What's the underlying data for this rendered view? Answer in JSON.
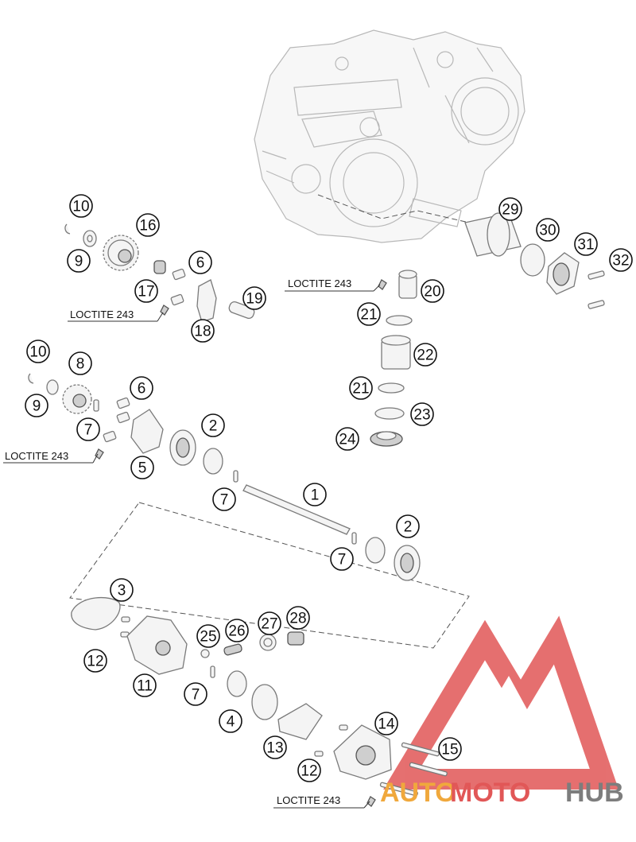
{
  "diagram": {
    "loctite_label": "LOCTITE 243",
    "callouts": [
      {
        "id": "c-1",
        "label": "1"
      },
      {
        "id": "c-2a",
        "label": "2"
      },
      {
        "id": "c-2b",
        "label": "2"
      },
      {
        "id": "c-3",
        "label": "3"
      },
      {
        "id": "c-4",
        "label": "4"
      },
      {
        "id": "c-5",
        "label": "5"
      },
      {
        "id": "c-6a",
        "label": "6"
      },
      {
        "id": "c-6b",
        "label": "6"
      },
      {
        "id": "c-7a",
        "label": "7"
      },
      {
        "id": "c-7b",
        "label": "7"
      },
      {
        "id": "c-7c",
        "label": "7"
      },
      {
        "id": "c-7d",
        "label": "7"
      },
      {
        "id": "c-8",
        "label": "8"
      },
      {
        "id": "c-9a",
        "label": "9"
      },
      {
        "id": "c-9b",
        "label": "9"
      },
      {
        "id": "c-10a",
        "label": "10"
      },
      {
        "id": "c-10b",
        "label": "10"
      },
      {
        "id": "c-11",
        "label": "11"
      },
      {
        "id": "c-12a",
        "label": "12"
      },
      {
        "id": "c-12b",
        "label": "12"
      },
      {
        "id": "c-13",
        "label": "13"
      },
      {
        "id": "c-14",
        "label": "14"
      },
      {
        "id": "c-15",
        "label": "15"
      },
      {
        "id": "c-16",
        "label": "16"
      },
      {
        "id": "c-17",
        "label": "17"
      },
      {
        "id": "c-18",
        "label": "18"
      },
      {
        "id": "c-19",
        "label": "19"
      },
      {
        "id": "c-20",
        "label": "20"
      },
      {
        "id": "c-21a",
        "label": "21"
      },
      {
        "id": "c-21b",
        "label": "21"
      },
      {
        "id": "c-22",
        "label": "22"
      },
      {
        "id": "c-23",
        "label": "23"
      },
      {
        "id": "c-24",
        "label": "24"
      },
      {
        "id": "c-25",
        "label": "25"
      },
      {
        "id": "c-26",
        "label": "26"
      },
      {
        "id": "c-27",
        "label": "27"
      },
      {
        "id": "c-28",
        "label": "28"
      },
      {
        "id": "c-29",
        "label": "29"
      },
      {
        "id": "c-30",
        "label": "30"
      },
      {
        "id": "c-31",
        "label": "31"
      },
      {
        "id": "c-32",
        "label": "32"
      }
    ]
  },
  "watermark": {
    "auto": "AUTO",
    "moto": "MOTO",
    "hub": "HUB",
    "colors": {
      "auto": "#f0a83c",
      "moto": "#e15757",
      "hub": "#7d7d7d",
      "logo": "#e15757"
    }
  }
}
